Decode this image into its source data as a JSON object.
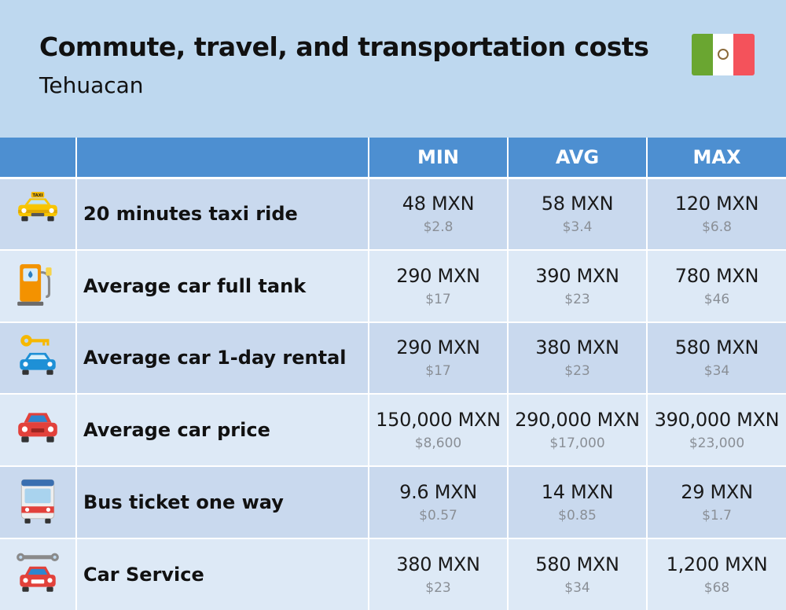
{
  "title": "Commute, travel, and transportation costs",
  "subtitle": "Tehuacan",
  "flag": {
    "country": "Mexico",
    "colors": [
      "#6aa631",
      "#ffffff",
      "#f4525b"
    ]
  },
  "colors": {
    "background": "#bed8ef",
    "header_row": "#4d8fd1",
    "row_dark": "#c9d9ee",
    "row_light": "#dde9f6",
    "border": "#ffffff"
  },
  "chart_data": {
    "type": "table",
    "columns": [
      "",
      "MIN",
      "AVG",
      "MAX"
    ],
    "rows": [
      {
        "label": "20 minutes taxi ride",
        "icon": "taxi-icon",
        "min": "48 MXN",
        "min_usd": "$2.8",
        "avg": "58 MXN",
        "avg_usd": "$3.4",
        "max": "120 MXN",
        "max_usd": "$6.8"
      },
      {
        "label": "Average car full tank",
        "icon": "fuel-pump-icon",
        "min": "290 MXN",
        "min_usd": "$17",
        "avg": "390 MXN",
        "avg_usd": "$23",
        "max": "780 MXN",
        "max_usd": "$46"
      },
      {
        "label": "Average car 1-day rental",
        "icon": "car-rental-key-icon",
        "min": "290 MXN",
        "min_usd": "$17",
        "avg": "380 MXN",
        "avg_usd": "$23",
        "max": "580 MXN",
        "max_usd": "$34"
      },
      {
        "label": "Average car price",
        "icon": "red-car-icon",
        "min": "150,000 MXN",
        "min_usd": "$8,600",
        "avg": "290,000 MXN",
        "avg_usd": "$17,000",
        "max": "390,000 MXN",
        "max_usd": "$23,000"
      },
      {
        "label": "Bus ticket one way",
        "icon": "bus-icon",
        "min": "9.6 MXN",
        "min_usd": "$0.57",
        "avg": "14 MXN",
        "avg_usd": "$0.85",
        "max": "29 MXN",
        "max_usd": "$1.7"
      },
      {
        "label": "Car Service",
        "icon": "car-service-wrench-icon",
        "min": "380 MXN",
        "min_usd": "$23",
        "avg": "580 MXN",
        "avg_usd": "$34",
        "max": "1,200 MXN",
        "max_usd": "$68"
      }
    ]
  }
}
